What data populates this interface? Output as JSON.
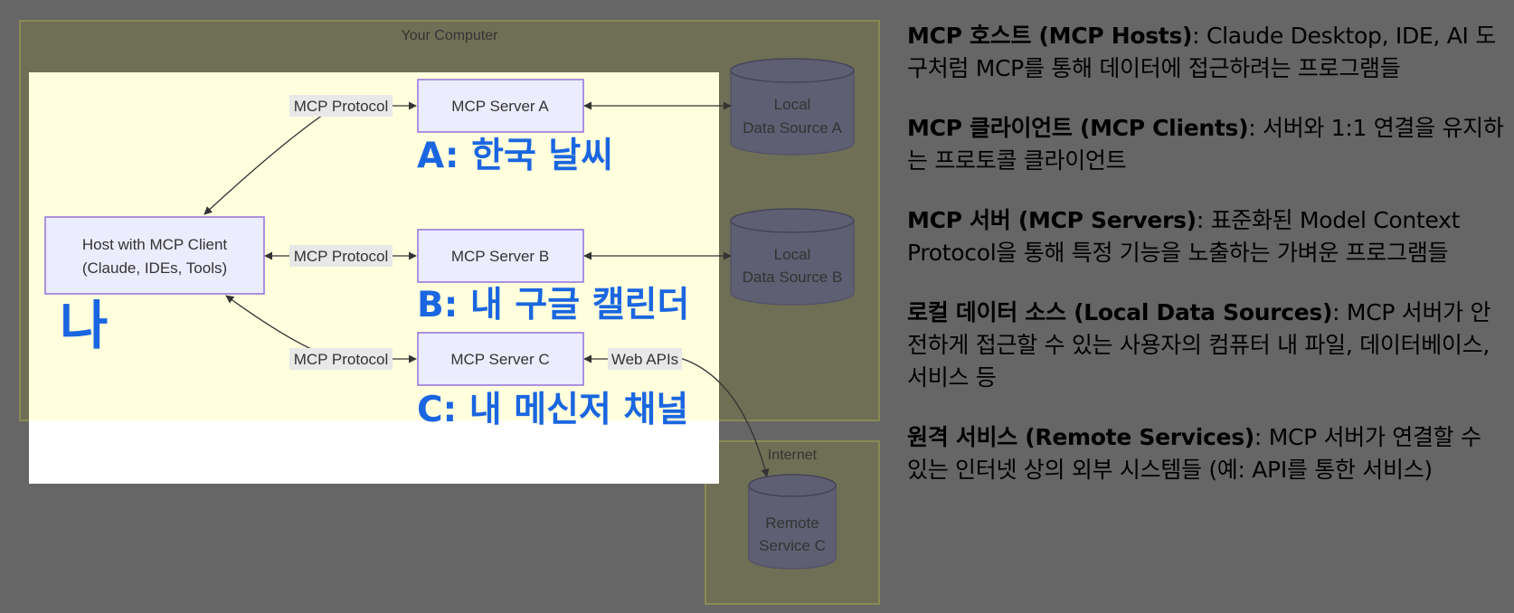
{
  "groups": {
    "computer": "Your Computer",
    "internet": "Internet"
  },
  "nodes": {
    "host": [
      "Host with MCP Client",
      "(Claude, IDEs, Tools)"
    ],
    "server_a": "MCP Server A",
    "server_b": "MCP Server B",
    "server_c": "MCP Server C",
    "local_a": [
      "Local",
      "Data Source A"
    ],
    "local_b": [
      "Local",
      "Data Source B"
    ],
    "remote_c": [
      "Remote",
      "Service C"
    ]
  },
  "edges": {
    "protocol": "MCP Protocol",
    "web_apis": "Web APIs"
  },
  "annotations": {
    "a": "A: 한국 날씨",
    "b": "B: 내 구글 캘린더",
    "c": "C: 내 메신저 채널",
    "me": "나"
  },
  "descriptions": [
    {
      "term": "MCP 호스트 (MCP Hosts)",
      "text": ": Claude Desktop, IDE, AI 도구처럼 MCP를 통해 데이터에 접근하려는 프로그램들"
    },
    {
      "term": "MCP 클라이언트 (MCP Clients)",
      "text": ": 서버와 1:1 연결을 유지하는 프로토콜 클라이언트"
    },
    {
      "term": "MCP 서버 (MCP Servers)",
      "text": ": 표준화된 Model Context Protocol을 통해 특정 기능을 노출하는 가벼운 프로그램들"
    },
    {
      "term": "로컬 데이터 소스 (Local Data Sources)",
      "text": ": MCP 서버가 안전하게 접근할 수 있는 사용자의 컴퓨터 내 파일, 데이터베이스, 서비스 등"
    },
    {
      "term": "원격 서비스 (Remote Services)",
      "text": ": MCP 서버가 연결할 수 있는 인터넷 상의 외부 시스템들 (예: API를 통한 서비스)"
    }
  ],
  "colors": {
    "background": "#666666",
    "highlight": "#ffffde",
    "node_fill": "#ececff",
    "node_stroke": "#9370db",
    "annotation": "#1a66e0"
  }
}
